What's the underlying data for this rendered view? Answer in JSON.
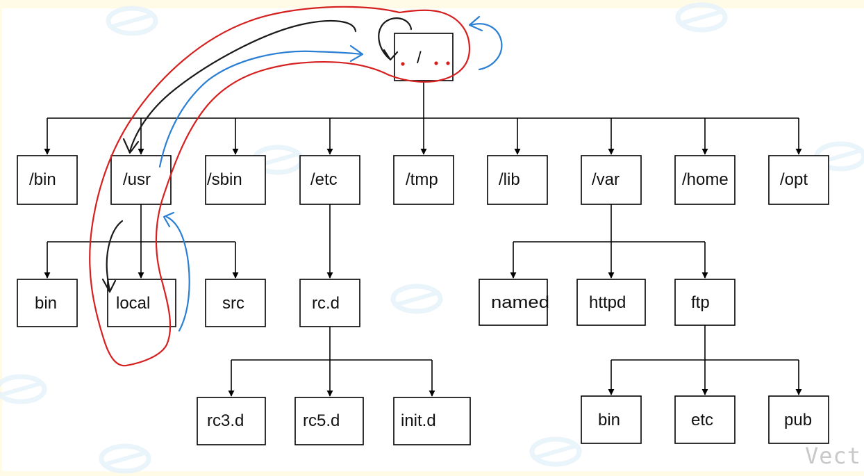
{
  "diagram": {
    "root_label": "/",
    "level1": [
      "/bin",
      "/usr",
      "/sbin",
      "/etc",
      "/tmp",
      "/lib",
      "/var",
      "/home",
      "/opt"
    ],
    "usr_children": [
      "bin",
      "local",
      "src"
    ],
    "etc_children": [
      "rc.d"
    ],
    "rcd_children": [
      "rc3.d",
      "rc5.d",
      "init.d"
    ],
    "var_children": [
      "named",
      "httpd",
      "ftp"
    ],
    "ftp_children": [
      "bin",
      "etc",
      "pub"
    ]
  },
  "corner_text": "Vect",
  "colors": {
    "node_border": "#000000",
    "connector": "#000000",
    "annotation_red": "#d62020",
    "annotation_blue": "#2a7fd4",
    "annotation_black": "#1a1a1a",
    "watermark": "#e8f3fb",
    "frame": "#fffbe6"
  }
}
